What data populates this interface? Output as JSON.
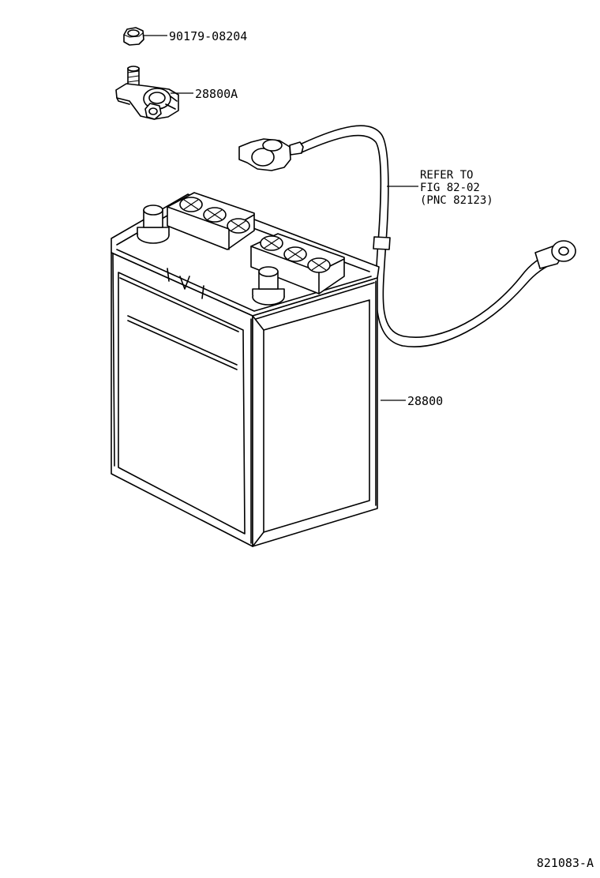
{
  "diagram": {
    "parts": {
      "nut": {
        "part_number": "90179-08204",
        "icon": "hex-nut-icon"
      },
      "terminal_clamp": {
        "part_number": "28800A",
        "icon": "battery-terminal-clamp-icon"
      },
      "battery": {
        "part_number": "28800",
        "icon": "car-battery-icon"
      },
      "cable": {
        "icon": "battery-cable-icon",
        "note_line1": "REFER TO",
        "note_line2": "FIG 82-02",
        "note_line3": "(PNC 82123)"
      }
    },
    "figure_code": "821083-A"
  }
}
